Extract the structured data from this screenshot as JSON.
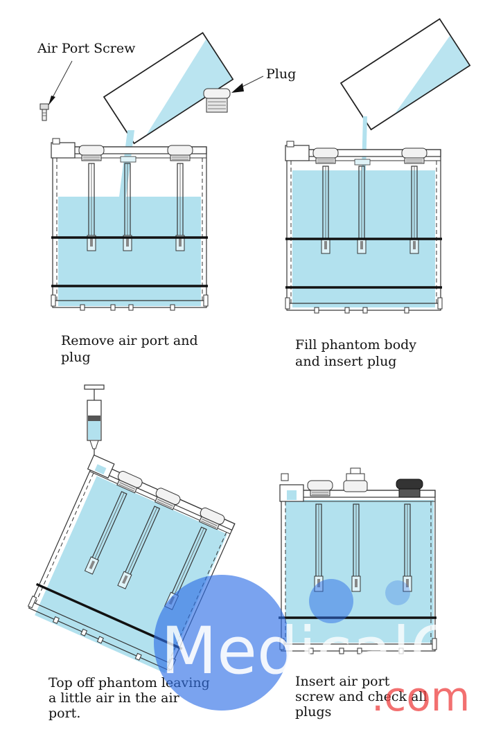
{
  "labels": {
    "air_port_screw": "Air Port Screw",
    "plug": "Plug"
  },
  "steps": [
    {
      "line1": "Remove air port and",
      "line2": "plug"
    },
    {
      "line1": "Fill phantom body",
      "line2": "and insert plug"
    },
    {
      "line1": "Top off phantom leaving",
      "line2": "a little air in the air",
      "line3": "port."
    },
    {
      "line1": "Insert air port",
      "line2": "screw and check all",
      "line3": "plugs"
    }
  ],
  "watermark": {
    "main": "MedicalQC",
    "sub": ".com"
  },
  "colors": {
    "water": "#b2e1ee",
    "line": "#222222",
    "watermark_blue": "#2f6fe6",
    "watermark_red": "#ee3a3a"
  }
}
